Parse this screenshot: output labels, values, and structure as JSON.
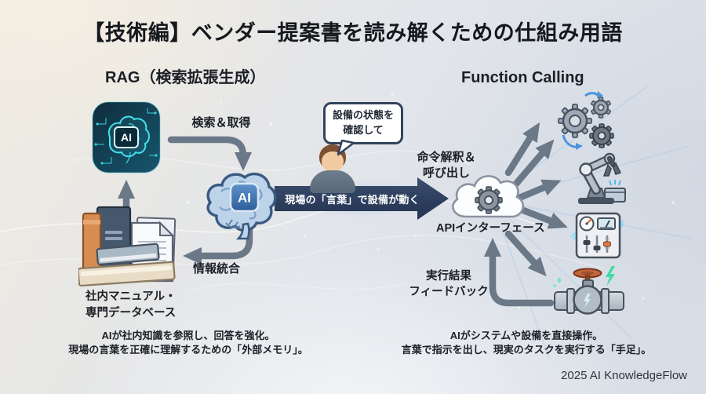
{
  "title": "【技術編】ベンダー提案書を読み解くための仕組み用語",
  "rag": {
    "heading": "RAG（検索拡張生成）",
    "chip_label": "AI",
    "arrow_top_label": "検索＆取得",
    "arrow_bottom_label": "情報統合",
    "db_caption_line1": "社内マニュアル・",
    "db_caption_line2": "専門データベース",
    "summary_line1": "AIが社内知識を参照し、回答を強化。",
    "summary_line2": "現場の言葉を正確に理解するための「外部メモリ」。"
  },
  "center": {
    "bubble_line1": "設備の状態を",
    "bubble_line2": "確認して",
    "banner_text": "現場の「言葉」で設備が動く",
    "brain_label": "AI"
  },
  "function_calling": {
    "heading": "Function Calling",
    "call_label_line1": "命令解釈＆",
    "call_label_line2": "呼び出し",
    "api_label": "APIインターフェース",
    "feedback_line1": "実行結果",
    "feedback_line2": "フィードバック",
    "summary_line1": "AIがシステムや設備を直接操作。",
    "summary_line2": "言葉で指示を出し、現実のタスクを実行する「手足」。"
  },
  "footer": "2025 AI KnowledgeFlow",
  "colors": {
    "banner_navy": "#2e3f5c",
    "arrow_gray": "#6b7888",
    "chip_cyan": "#41e2ea",
    "brain_blue": "#bcd3ea",
    "accent_orange": "#d97b4a"
  }
}
